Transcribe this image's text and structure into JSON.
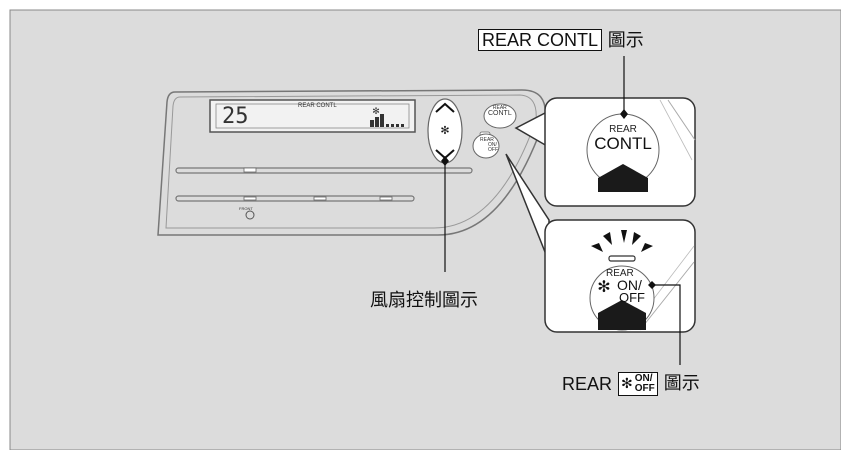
{
  "panel": {
    "display_temp": "25",
    "display_mode": "REAR CONTL",
    "btn_rear_contl": [
      "REAR",
      "CONTL"
    ],
    "btn_rear_onoff": [
      "REAR",
      "ON/",
      "OFF"
    ],
    "front_label": "FRONT"
  },
  "zoom_contl": {
    "line1": "REAR",
    "line2": "CONTL"
  },
  "zoom_onoff": {
    "line1": "REAR",
    "line2": "ON/",
    "line3": "OFF"
  },
  "callouts": {
    "rear_contl_box": "REAR CONTL",
    "rear_contl_suffix": "圖示",
    "fan_control": "風扇控制圖示",
    "rear_prefix": "REAR",
    "onoff_box": "ON/\nOFF",
    "onoff_suffix": "圖示"
  },
  "colors": {
    "background": "#dcdcdc",
    "line": "#111111",
    "panel_line": "#7a7a7a"
  }
}
